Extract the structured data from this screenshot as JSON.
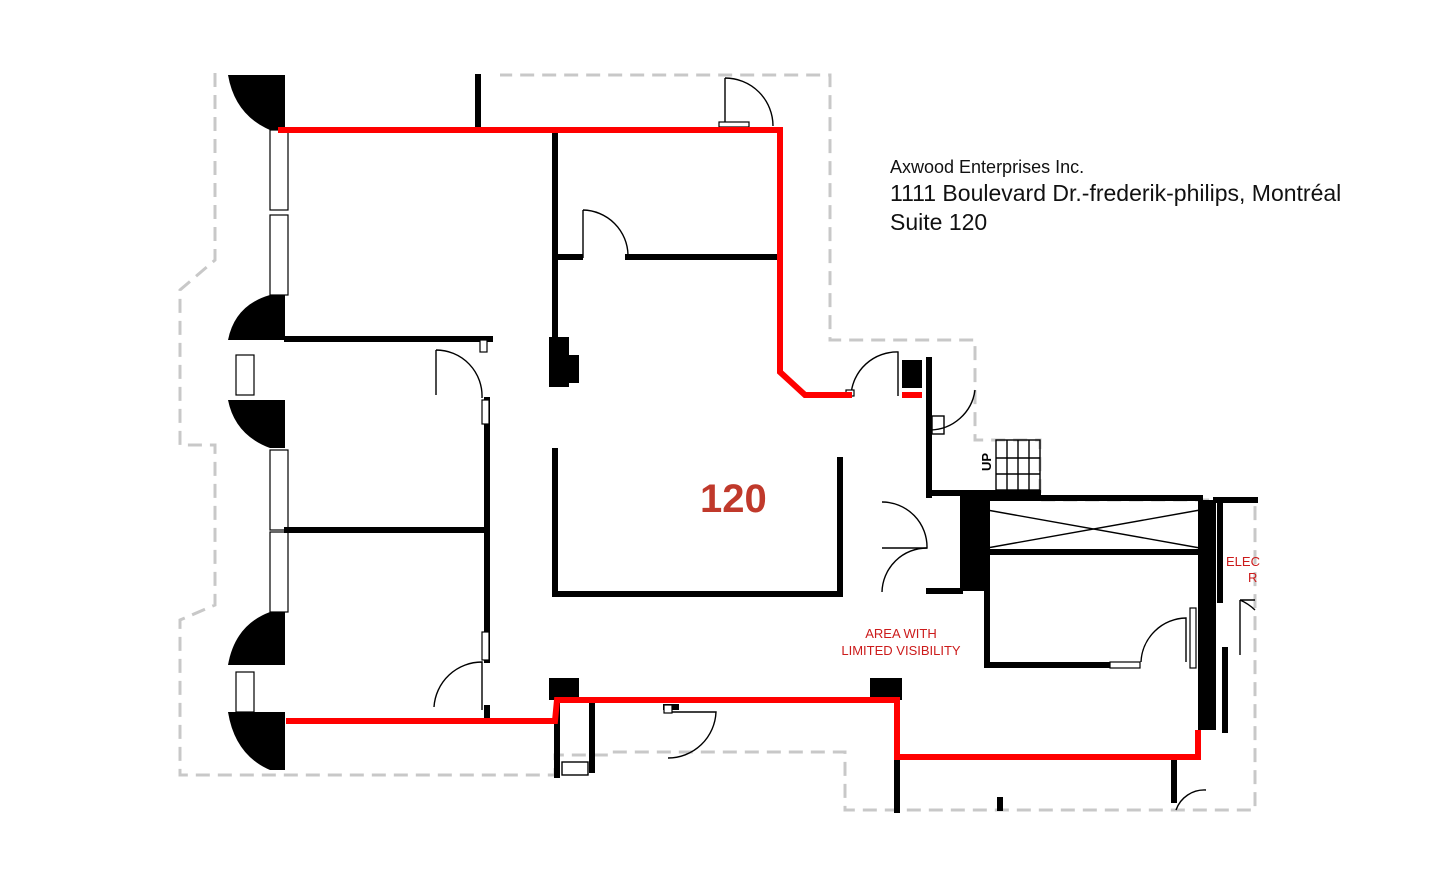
{
  "header": {
    "company": "Axwood Enterprises Inc.",
    "address": "1111 Boulevard Dr.-frederik-philips, Montréal",
    "suite": "Suite 120"
  },
  "plan": {
    "suite_number": "120",
    "limited_visibility_line1": "AREA WITH",
    "limited_visibility_line2": "LIMITED VISIBILITY",
    "electrical_partial_1": "ELEC",
    "electrical_partial_2": "R",
    "stairs_label": "UP",
    "colors": {
      "suite_outline": "#ff0000",
      "suite_label": "#c0392b",
      "annotation": "#cc1b1b",
      "building_outline": "#c8c8c8",
      "walls": "#000000"
    }
  }
}
